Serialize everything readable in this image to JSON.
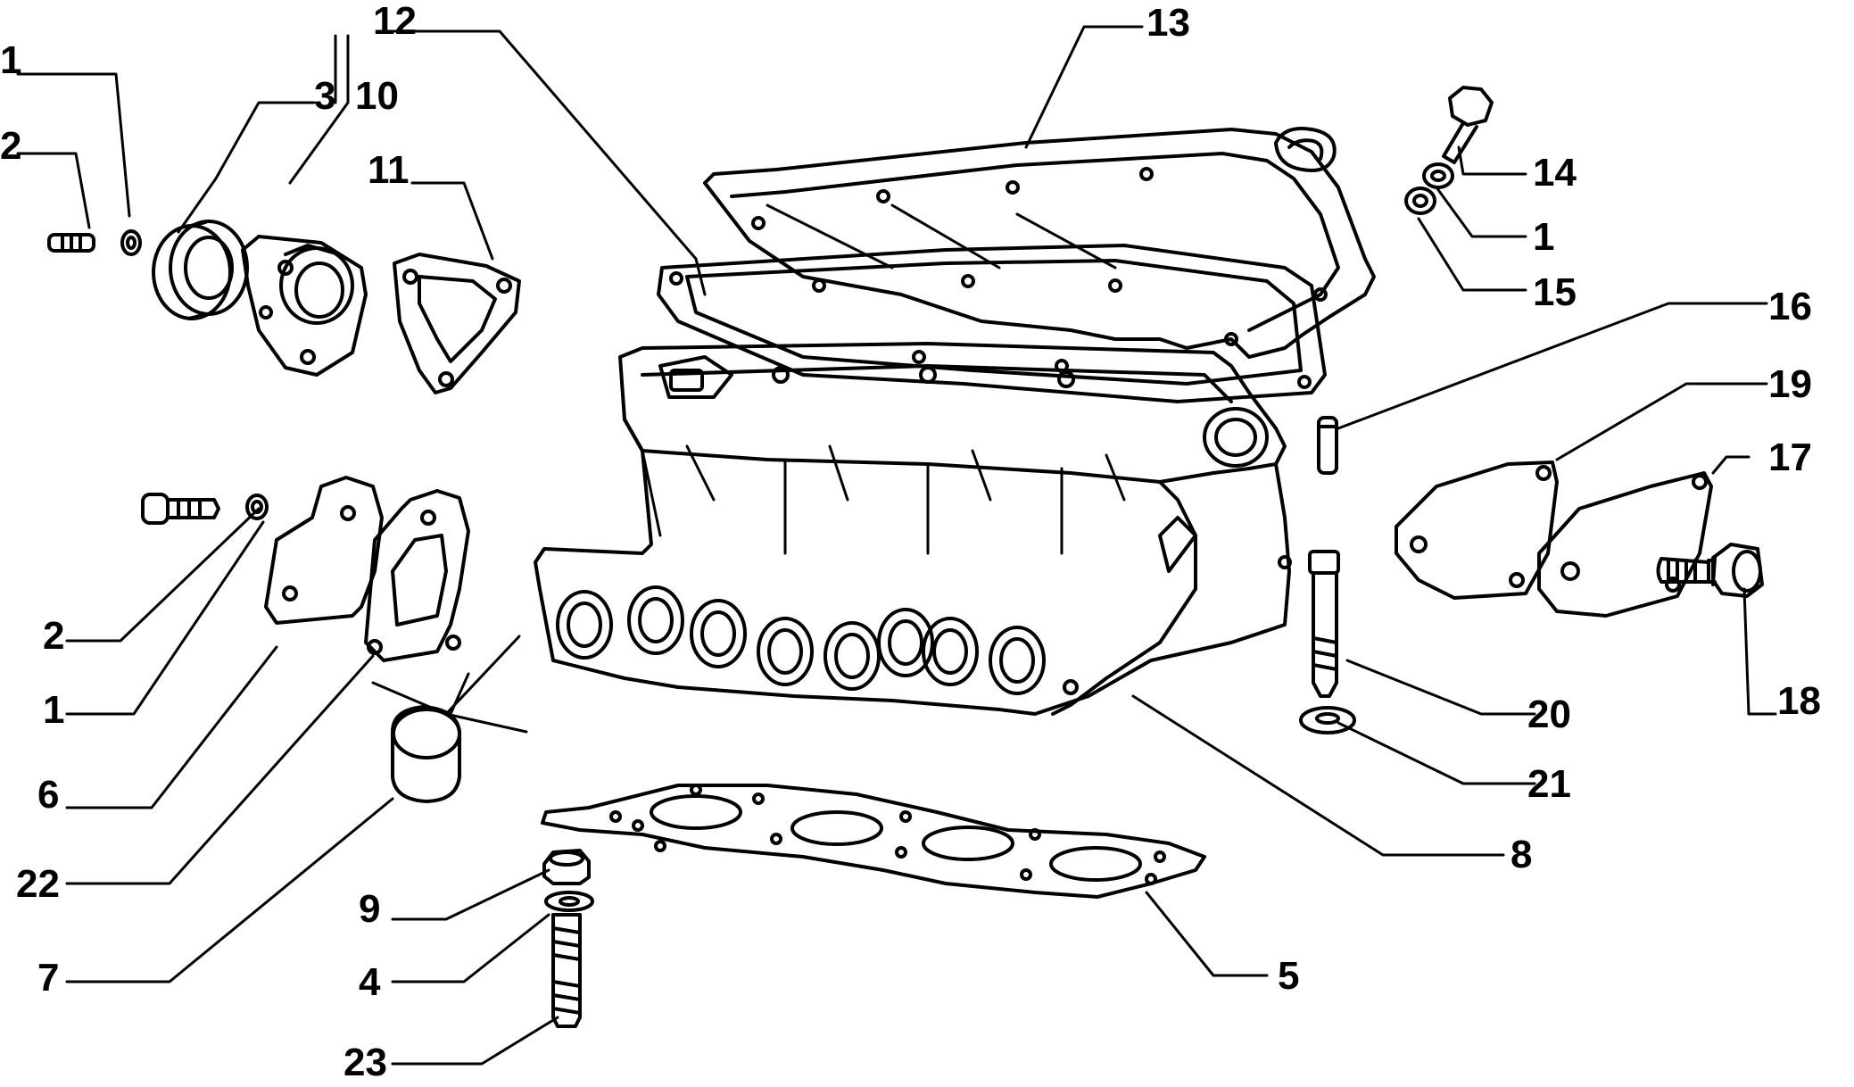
{
  "labels": {
    "p1": "1",
    "p2": "2",
    "p3": "3",
    "p4": "4",
    "p5": "5",
    "p6": "6",
    "p7": "7",
    "p8": "8",
    "p9": "9",
    "p10": "10",
    "p11": "11",
    "p12": "12",
    "p13": "13",
    "p14": "14",
    "p15": "15",
    "p16": "16",
    "p17": "17",
    "p18": "18",
    "p19": "19",
    "p20": "20",
    "p21": "21",
    "p22": "22",
    "p23": "23"
  },
  "colors": {
    "ink": "#000000",
    "paper": "#ffffff"
  }
}
